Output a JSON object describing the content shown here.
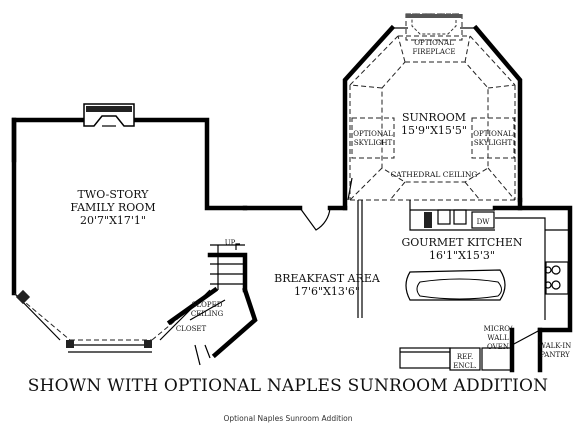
{
  "rooms": {
    "family_title1": "TWO-STORY",
    "family_title2": "FAMILY ROOM",
    "family_dim": "20'7\"X17'1\"",
    "sunroom_title": "SUNROOM",
    "sunroom_dim": "15'9\"X15'5\"",
    "kitchen_title": "GOURMET KITCHEN",
    "kitchen_dim": "16'1\"X15'3\"",
    "breakfast_title": "BREAKFAST AREA",
    "breakfast_dim": "17'6\"X13'6\""
  },
  "labels": {
    "fireplace1": "OPTIONAL",
    "fireplace2": "FIREPLACE",
    "skylight_left1": "OPTIONAL",
    "skylight_left2": "SKYLIGHT",
    "skylight_right1": "OPTIONAL",
    "skylight_right2": "SKYLIGHT",
    "cathedral": "CATHEDRAL CEILING",
    "dw": "DW",
    "up": "UP",
    "sloped1": "SLOPED",
    "sloped2": "CEILING",
    "closet": "CLOSET",
    "micro1": "MICRO/",
    "micro2": "WALL",
    "micro3": "OVEN",
    "ref1": "REF.",
    "ref2": "ENCL.",
    "walkin1": "WALK-IN",
    "walkin2": "PANTRY"
  },
  "caption": {
    "banner": "SHOWN WITH OPTIONAL NAPLES SUNROOM ADDITION",
    "subtitle": "Optional Naples Sunroom Addition"
  }
}
